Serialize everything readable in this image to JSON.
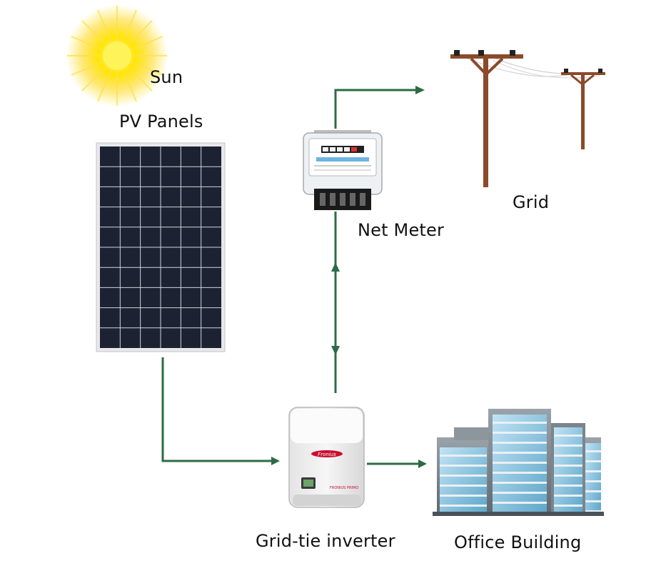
{
  "labels": {
    "sun": "Sun",
    "pv_panels": "PV Panels",
    "net_meter": "Net Meter",
    "grid": "Grid",
    "inverter": "Grid-tie inverter",
    "office": "Office Building"
  },
  "inverter_brand": "Fronius",
  "inverter_model": "FRONIUS PRIMO",
  "colors": {
    "flow_line": "#2e6b45",
    "sun_core": "#ffe600",
    "panel_cell": "#1d2233",
    "pole_wood": "#8b4a2b",
    "inverter_red": "#c8102e"
  }
}
